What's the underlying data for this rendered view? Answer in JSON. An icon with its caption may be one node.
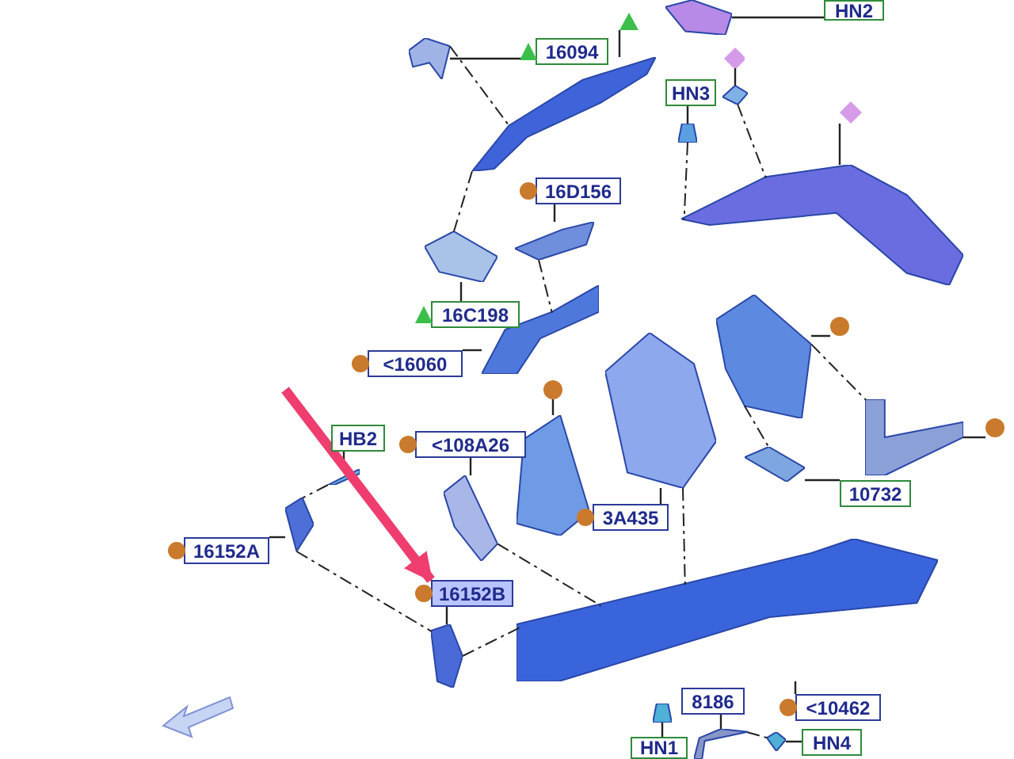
{
  "diagram": {
    "nodes": [
      {
        "text": [
          "HN2"
        ]
      },
      {
        "text": [
          "16094"
        ]
      },
      {
        "text": [
          "HN3"
        ]
      },
      {
        "text": [
          "16D156"
        ]
      },
      {
        "text": [
          "16C198"
        ]
      },
      {
        "text": [
          "<16060"
        ]
      },
      {
        "text": [
          "HB2"
        ]
      },
      {
        "text": [
          "<108A26"
        ]
      },
      {
        "text": [
          "16152A"
        ]
      },
      {
        "text": [
          "16152B"
        ]
      },
      {
        "text": [
          "3A435"
        ]
      },
      {
        "text": [
          "10732"
        ]
      },
      {
        "text": [
          "<10462"
        ]
      },
      {
        "text": [
          "8186"
        ]
      },
      {
        "text": [
          "HN4"
        ]
      },
      {
        "text": [
          "HN1"
        ]
      },
      {
        "text": [],
        "shape": "picture"
      },
      {
        "text": [],
        "shape": "picture"
      },
      {
        "text": [],
        "shape": "picture"
      },
      {
        "text": [],
        "shape": "picture"
      },
      {
        "text": [],
        "shape": "picture"
      },
      {
        "text": [],
        "shape": "picture"
      },
      {
        "text": [],
        "shape": "picture"
      },
      {
        "text": [],
        "shape": "picture"
      },
      {
        "text": [],
        "shape": "picture"
      },
      {
        "text": [],
        "shape": "picture"
      },
      {
        "text": [],
        "shape": "picture"
      },
      {
        "text": [],
        "shape": "picture"
      },
      {
        "text": [],
        "shape": "picture"
      },
      {
        "text": [],
        "shape": "picture"
      },
      {
        "text": [],
        "shape": "picture"
      },
      {
        "text": [],
        "shape": "picture"
      },
      {
        "text": [],
        "shape": "picture"
      },
      {
        "text": [],
        "shape": "picture"
      },
      {
        "text": [],
        "shape": "picture"
      },
      {
        "text": [],
        "shape": "picture"
      },
      {
        "text": [],
        "shape": "picture"
      },
      {
        "text": [],
        "shape": "picture"
      },
      {
        "text": [],
        "shape": "triangle"
      },
      {
        "text": [],
        "shape": "diamond"
      },
      {
        "text": [],
        "shape": "diamond"
      },
      {
        "text": [],
        "shape": "circle"
      },
      {
        "text": [],
        "shape": "circle"
      },
      {
        "text": [],
        "shape": "circle"
      }
    ],
    "edges": [
      {
        "from": 0,
        "to": 18,
        "arrow": "none"
      },
      {
        "from": 1,
        "to": 16,
        "arrow": "none"
      },
      {
        "from": 2,
        "to": 19,
        "arrow": "none"
      },
      {
        "from": 3,
        "to": 22,
        "arrow": "none"
      },
      {
        "from": 4,
        "to": 23,
        "arrow": "none"
      },
      {
        "from": 5,
        "to": 24,
        "arrow": "none"
      },
      {
        "from": 6,
        "to": 34,
        "arrow": "none"
      },
      {
        "from": 7,
        "to": 25,
        "arrow": "none"
      },
      {
        "from": 8,
        "to": 32,
        "arrow": "none"
      },
      {
        "from": 9,
        "to": 33,
        "arrow": "none"
      },
      {
        "from": 10,
        "to": 27,
        "arrow": "none"
      },
      {
        "from": 11,
        "to": 29,
        "arrow": "none"
      },
      {
        "from": 12,
        "to": 31,
        "arrow": "none"
      },
      {
        "from": 13,
        "to": 35,
        "arrow": "none"
      },
      {
        "from": 14,
        "to": 36,
        "arrow": "none"
      },
      {
        "from": 15,
        "to": 37,
        "arrow": "none"
      },
      {
        "from": 38,
        "to": 17,
        "arrow": "none"
      },
      {
        "from": 39,
        "to": 20,
        "arrow": "none"
      },
      {
        "from": 40,
        "to": 21,
        "arrow": "none"
      },
      {
        "from": 41,
        "to": 26,
        "arrow": "none"
      },
      {
        "from": 42,
        "to": 28,
        "arrow": "none"
      },
      {
        "from": 43,
        "to": 30,
        "arrow": "none"
      },
      {
        "from": 16,
        "to": 17,
        "arrow": "none",
        "style": "dashed"
      },
      {
        "from": 19,
        "to": 21,
        "arrow": "none",
        "style": "dashed"
      },
      {
        "from": 20,
        "to": 21,
        "arrow": "none",
        "style": "dashed"
      },
      {
        "from": 22,
        "to": 24,
        "arrow": "none",
        "style": "dashed"
      },
      {
        "from": 17,
        "to": 23,
        "arrow": "none",
        "style": "dashed"
      },
      {
        "from": 34,
        "to": 32,
        "arrow": "none",
        "style": "dashed"
      },
      {
        "from": 32,
        "to": 33,
        "arrow": "none",
        "style": "dashed"
      },
      {
        "from": 33,
        "to": 31,
        "arrow": "none",
        "style": "dashed"
      },
      {
        "from": 25,
        "to": 31,
        "arrow": "none",
        "style": "dashed"
      },
      {
        "from": 28,
        "to": 29,
        "arrow": "none",
        "style": "dashed"
      },
      {
        "from": 28,
        "to": 30,
        "arrow": "none",
        "style": "dashed"
      },
      {
        "from": 27,
        "to": 31,
        "arrow": "none",
        "style": "dashed"
      },
      {
        "from": 35,
        "to": 36,
        "arrow": "none",
        "style": "dashed"
      },
      {
        "from": null,
        "to": 9,
        "arrow": "to",
        "style": "thick",
        "color": "#ee3d6e"
      }
    ]
  }
}
